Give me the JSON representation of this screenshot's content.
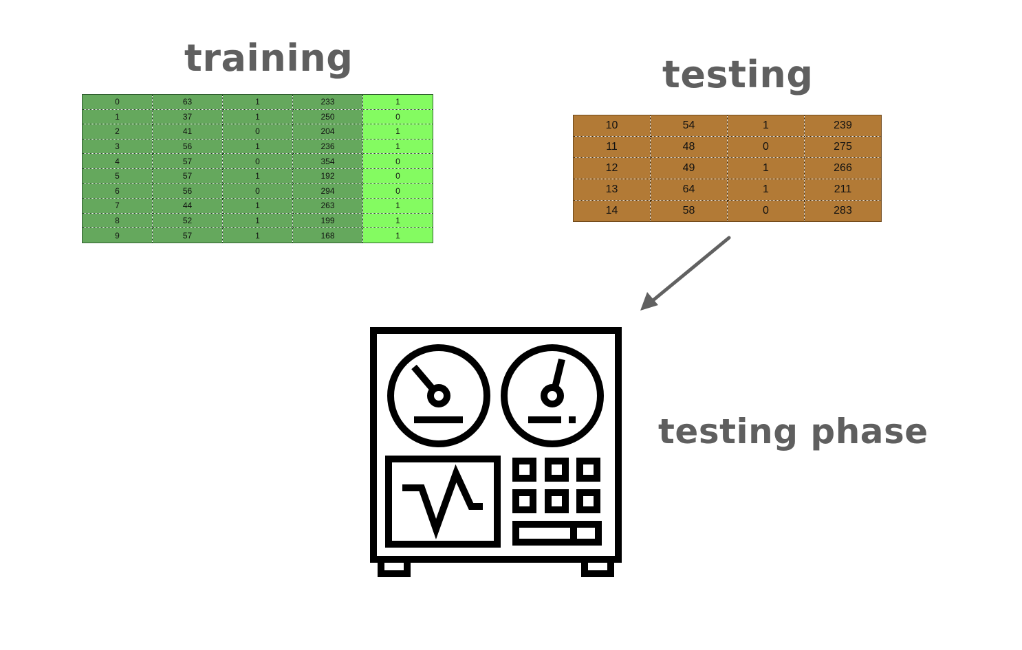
{
  "training": {
    "title": "training",
    "rows": [
      [
        "0",
        "63",
        "1",
        "233",
        "1"
      ],
      [
        "1",
        "37",
        "1",
        "250",
        "0"
      ],
      [
        "2",
        "41",
        "0",
        "204",
        "1"
      ],
      [
        "3",
        "56",
        "1",
        "236",
        "1"
      ],
      [
        "4",
        "57",
        "0",
        "354",
        "0"
      ],
      [
        "5",
        "57",
        "1",
        "192",
        "0"
      ],
      [
        "6",
        "56",
        "0",
        "294",
        "0"
      ],
      [
        "7",
        "44",
        "1",
        "263",
        "1"
      ],
      [
        "8",
        "52",
        "1",
        "199",
        "1"
      ],
      [
        "9",
        "57",
        "1",
        "168",
        "1"
      ]
    ]
  },
  "testing": {
    "title": "testing",
    "rows": [
      [
        "10",
        "54",
        "1",
        "239"
      ],
      [
        "11",
        "48",
        "0",
        "275"
      ],
      [
        "12",
        "49",
        "1",
        "266"
      ],
      [
        "13",
        "64",
        "1",
        "211"
      ],
      [
        "14",
        "58",
        "0",
        "283"
      ]
    ]
  },
  "phase": {
    "label": "testing phase",
    "icon": "reel-to-reel-tape-recorder-icon"
  },
  "colors": {
    "heading": "#5f5f5f",
    "training_cells": "#65a85d",
    "training_label_column": "#84fb61",
    "testing_cells": "#b27a36",
    "arrow": "#616161"
  }
}
